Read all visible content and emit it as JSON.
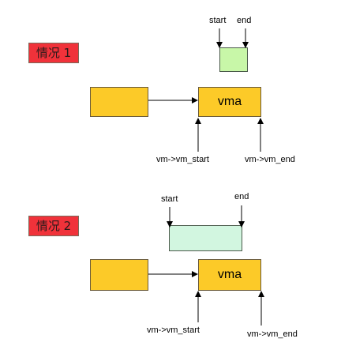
{
  "colors": {
    "badge": "#f0323a",
    "vma_fill": "#fcca28",
    "range1_fill": "#c8f7a8",
    "range2_fill": "#d2f6e0",
    "line": "#000000"
  },
  "case1": {
    "badge": "情况 1",
    "start_label": "start",
    "end_label": "end",
    "vma_label": "vma",
    "vm_start_label": "vm->vm_start",
    "vm_end_label": "vm->vm_end"
  },
  "case2": {
    "badge": "情况 2",
    "start_label": "start",
    "end_label": "end",
    "vma_label": "vma",
    "vm_start_label": "vm->vm_start",
    "vm_end_label": "vm->vm_end"
  }
}
